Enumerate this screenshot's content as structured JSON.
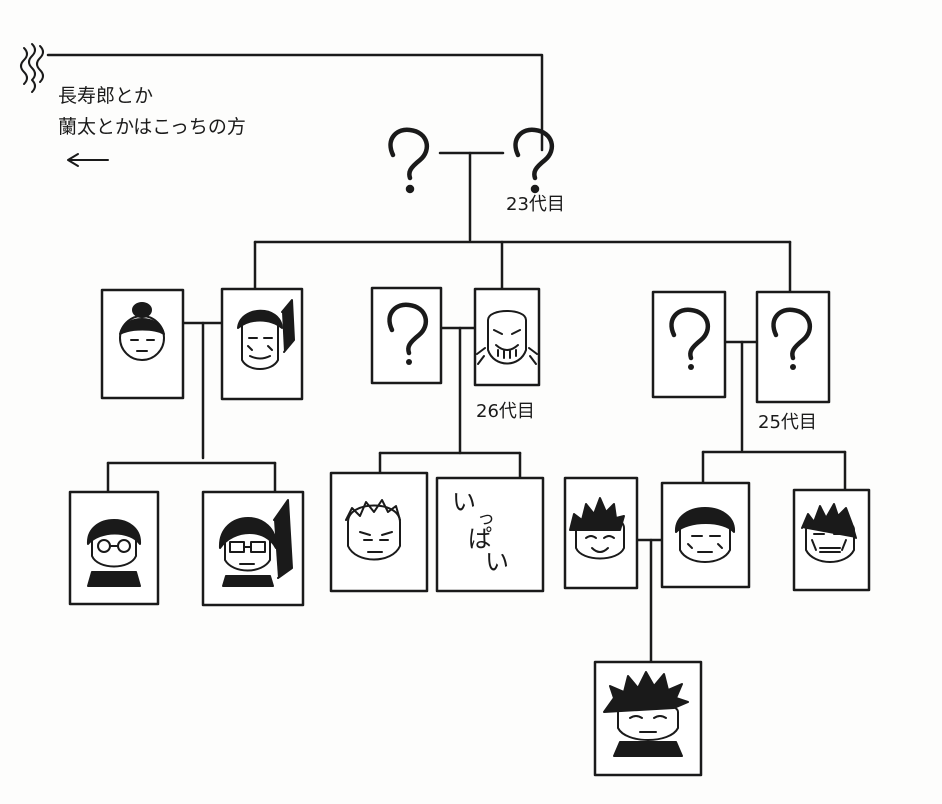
{
  "note": {
    "line1": "長寿郎とか",
    "line2": "蘭太とかはこっちの方",
    "arrow": "←"
  },
  "generations": {
    "g23": "23代目",
    "g26": "26代目",
    "g25": "25代目"
  },
  "unknown_mark": "?",
  "ippai": [
    "い",
    "っ",
    "ぱ",
    "い"
  ],
  "icons": {
    "question": "question-mark-icon",
    "face": "character-face-icon"
  },
  "colors": {
    "ink": "#1a1a1a",
    "paper": "#fdfdfc"
  }
}
